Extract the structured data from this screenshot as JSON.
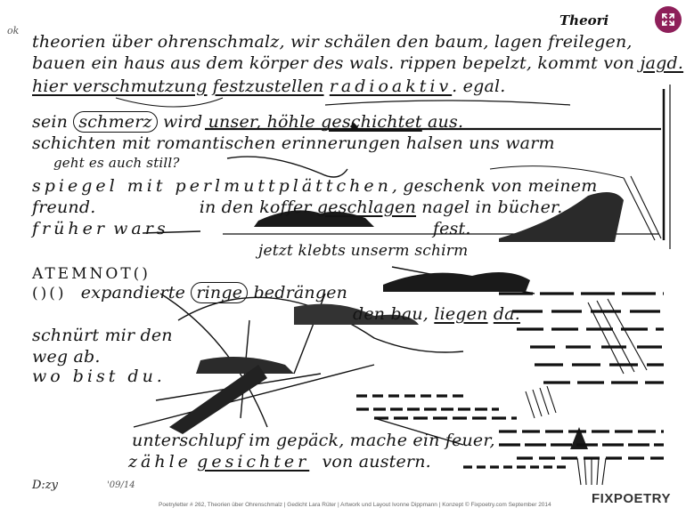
{
  "poem": {
    "line1": "theorien über ohrenschmalz, wir schälen den baum, lagen freilegen,",
    "line2a": "bauen ein haus aus dem",
    "line2b": "körper",
    "line2c": "des wals. rippen bepelzt, kommt von",
    "line2d": "jagd.",
    "line3a": "hier verschmutzung",
    "line3b": "festzustellen",
    "line3c": "radioaktiv",
    "line3d": ". egal.",
    "line4a": "sein",
    "line4b": "schmerz",
    "line4c": "wird unser, höhle",
    "line4d": "geschichtet",
    "line4e": "aus.",
    "line5": "schichten mit romantischen erinnerungen halsen uns warm",
    "line6": "geht es auch still?",
    "line7a": "spiegel mit perlmuttplättchen",
    "line7b": ", geschenk von meinem",
    "line8a": "freund.",
    "line8b": "in den koffer",
    "line8c": "geschlagen",
    "line8d": "nagel in bücher.",
    "line9a": "früher",
    "line9b": "wars",
    "line9c": "fest.",
    "line10": "jetzt klebts unserm schirm",
    "line11": "ATEMNOT()",
    "line12a": "()()",
    "line12b": "expandierte",
    "line12c": "ringe",
    "line12d": "bedrängen",
    "line13a": "den bau,",
    "line13b": "liegen",
    "line13c": "da.",
    "line14": "schnürt mir den",
    "line15": "weg ab.",
    "line16": "wo bist du.",
    "line17": "unterschlupf im gepäck, mache ein feuer,",
    "line18a": "zähle",
    "line18b": "gesichter",
    "line18c": "von austern."
  },
  "marks": {
    "top_right": "Theori",
    "top_left_corner": "ok",
    "signature": "D:zy",
    "date": "'09/14"
  },
  "footer": {
    "credit": "Poetryletter # 262, Theorien über Ohrenschmalz | Gedicht Lara Rüter | Artwork und Layout Ivonne Dippmann | Konzept © Fixpoetry.com September 2014",
    "brand": "FIXPOETRY"
  },
  "expand_button": {
    "label": "expand",
    "color": "#8e1f5a"
  },
  "icons": {
    "expand": "expand-arrows-icon"
  }
}
